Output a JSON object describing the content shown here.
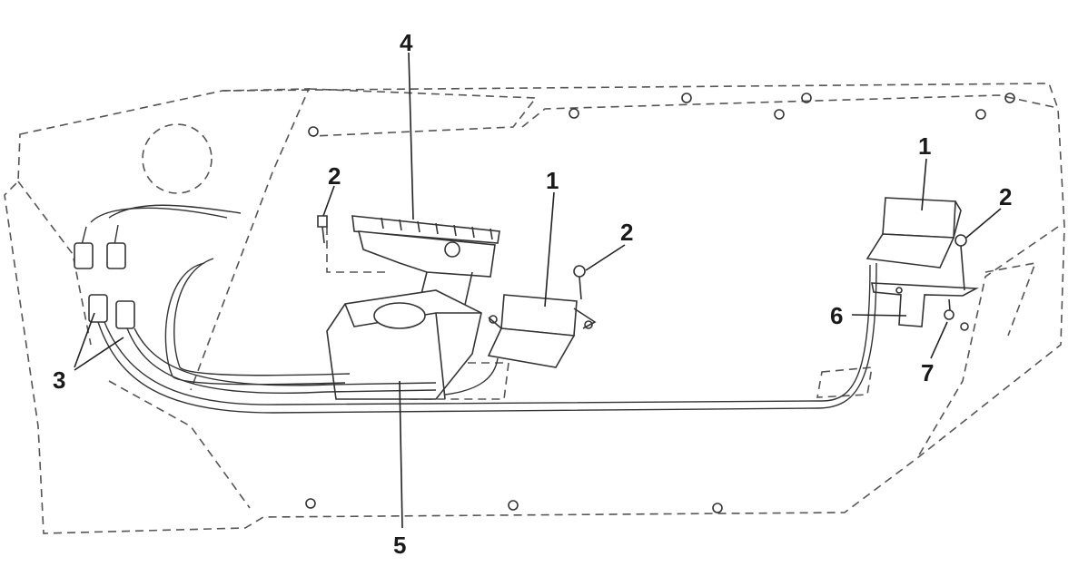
{
  "callouts": [
    {
      "id": "1",
      "label": "1"
    },
    {
      "id": "1b",
      "label": "1"
    },
    {
      "id": "2",
      "label": "2"
    },
    {
      "id": "2b",
      "label": "2"
    },
    {
      "id": "2c",
      "label": "2"
    },
    {
      "id": "3",
      "label": "3"
    },
    {
      "id": "4",
      "label": "4"
    },
    {
      "id": "5",
      "label": "5"
    },
    {
      "id": "6",
      "label": "6"
    },
    {
      "id": "7",
      "label": "7"
    }
  ]
}
